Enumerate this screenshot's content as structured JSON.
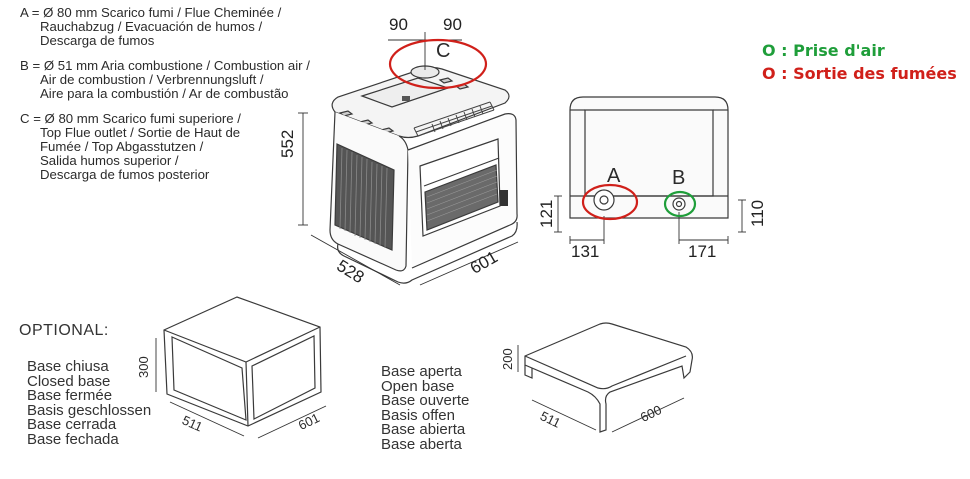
{
  "legend": {
    "a": [
      "A = Ø 80 mm  Scarico fumi / Flue Cheminée /",
      "Rauchabzug / Evacuación de humos /",
      "Descarga de fumos"
    ],
    "b": [
      "B = Ø 51 mm Aria combustione / Combustion air /",
      "Air de combustion / Verbrennungsluft /",
      "Aire para la combustión / Ar de combustão"
    ],
    "c": [
      "C = Ø 80 mm Scarico fumi superiore /",
      "Top Flue outlet / Sortie de Haut de",
      "Fumée / Top Abgasstutzen /",
      "Salida humos superior /",
      "Descarga de fumos posterior"
    ]
  },
  "key": {
    "air_intake": "O : Prise d'air",
    "smoke_outlet": "O : Sortie des fumées",
    "air_color": "#1f9e3a",
    "smoke_color": "#d0201a"
  },
  "stove": {
    "dim_top_left": "90",
    "dim_top_right": "90",
    "label_c": "C",
    "height": "552",
    "depth": "528",
    "width": "601"
  },
  "rear": {
    "label_a": "A",
    "label_b": "B",
    "a_height": "121",
    "b_height": "110",
    "a_offset": "131",
    "b_offset": "171"
  },
  "optional": {
    "title": "OPTIONAL:",
    "closed": {
      "names": [
        "Base chiusa",
        "Closed base",
        "Base fermée",
        "Basis geschlossen",
        "Base cerrada",
        "Base fechada"
      ],
      "height": "300",
      "depth": "511",
      "width": "601"
    },
    "open": {
      "names": [
        "Base aperta",
        "Open base",
        "Base ouverte",
        "Basis offen",
        "Base abierta",
        "Base aberta"
      ],
      "height": "200",
      "depth": "511",
      "width": "600"
    }
  }
}
